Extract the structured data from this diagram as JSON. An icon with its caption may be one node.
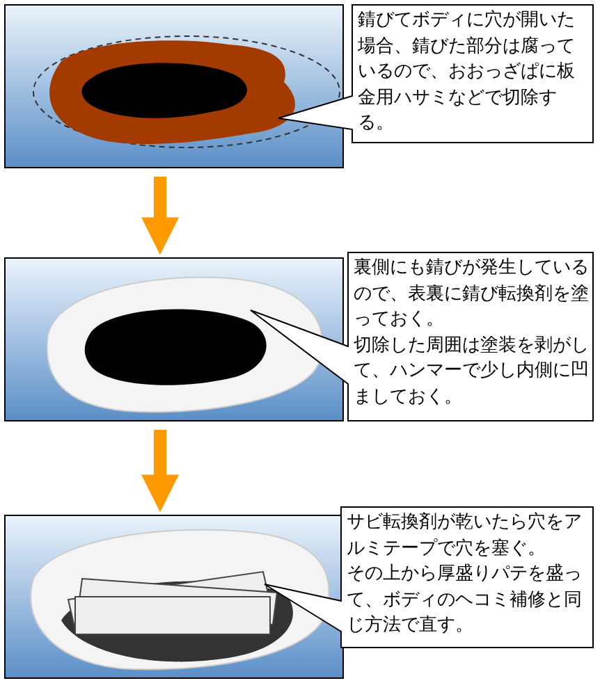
{
  "diagram": {
    "nodes": [
      {
        "text": [],
        "shape": "picture"
      },
      {
        "text": [
          "錆びてボディに穴が開いた場合、錆びた部分は腐っているので、おおっざぱに板金用ハサミなどで切除する。"
        ]
      },
      {
        "text": [],
        "shape": "picture"
      },
      {
        "text": [
          "裏側にも錆びが発生しているので、表裏に錆び転換剤を塗っておく。",
          "切除した周囲は塗装を剥がして、ハンマーで少し内側に凹ましておく。"
        ]
      },
      {
        "text": [],
        "shape": "picture"
      },
      {
        "text": [
          "サビ転換剤が乾いたら穴をアルミテープで穴を塞ぐ。",
          "その上から厚盛りパテを盛って、ボディのヘコミ補修と同じ方法で直す。"
        ]
      }
    ],
    "edges": [
      {
        "from": 0,
        "to": 2,
        "arrow": "to"
      },
      {
        "from": 2,
        "to": 4,
        "arrow": "to"
      }
    ]
  }
}
